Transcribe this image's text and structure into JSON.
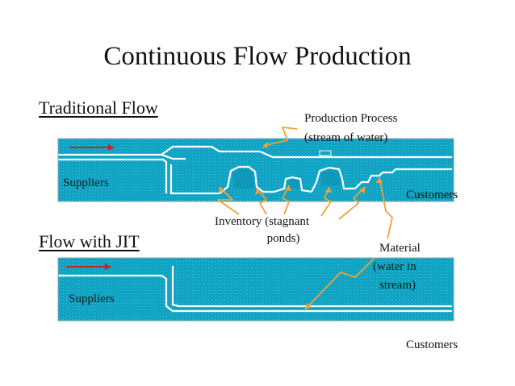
{
  "title": "Continuous Flow Production",
  "traditional": {
    "heading": "Traditional Flow",
    "suppliers_label": "Suppliers",
    "customers_label": "Customers",
    "production_process": [
      "Production Process",
      "(stream of water)"
    ],
    "inventory": [
      "Inventory (stagnant",
      "ponds)"
    ]
  },
  "jit": {
    "heading": "Flow with JIT",
    "suppliers_label": "Suppliers",
    "customers_label": "Customers",
    "material": [
      "Material",
      "(water in",
      "stream)"
    ]
  },
  "colors": {
    "stream": "#12a8c8",
    "border": "#8aa4b4",
    "arrow": "#cc2222",
    "callout": "#f0a23a"
  }
}
